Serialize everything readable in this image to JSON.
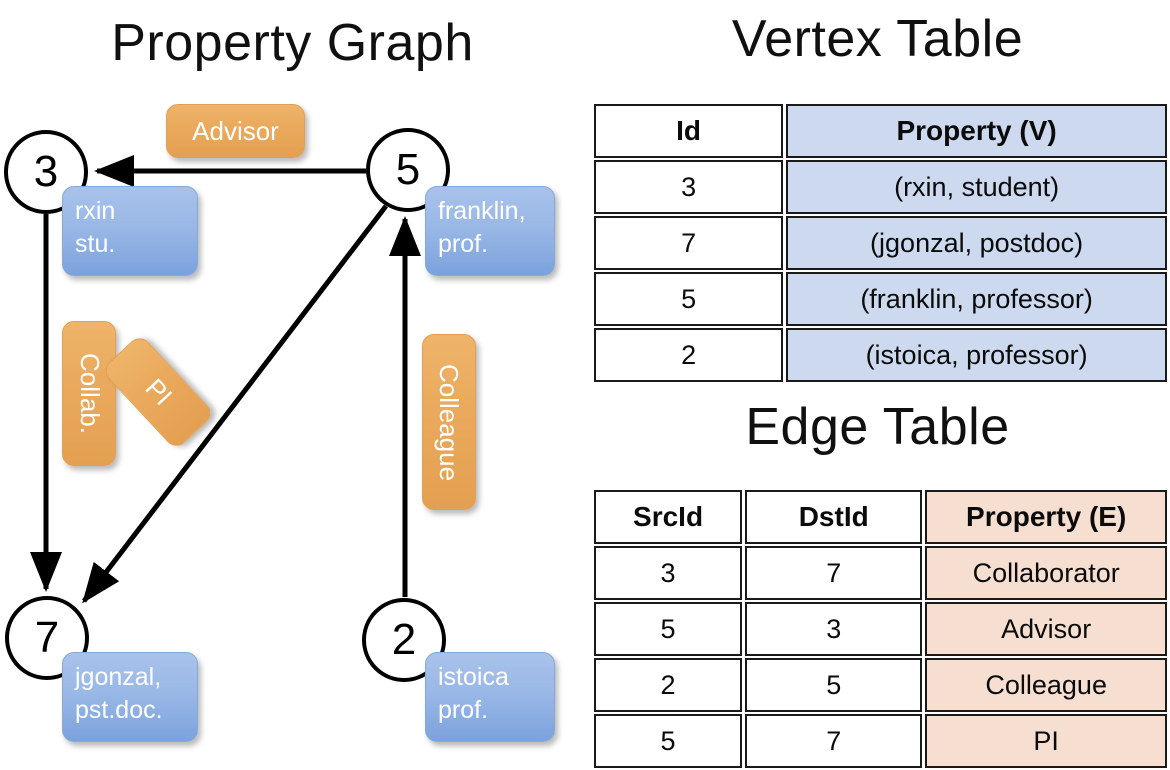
{
  "titles": {
    "property_graph": "Property Graph",
    "vertex_table": "Vertex Table",
    "edge_table": "Edge Table"
  },
  "graph": {
    "nodes": [
      {
        "id": "3",
        "name": "node-3",
        "property_lines": [
          "rxin",
          "stu."
        ]
      },
      {
        "id": "5",
        "name": "node-5",
        "property_lines": [
          "franklin,",
          "prof."
        ]
      },
      {
        "id": "7",
        "name": "node-7",
        "property_lines": [
          "jgonzal,",
          "pst.doc."
        ]
      },
      {
        "id": "2",
        "name": "node-2",
        "property_lines": [
          "istoica",
          "prof."
        ]
      }
    ],
    "node_labels": {
      "n3": "3",
      "n5": "5",
      "n7": "7",
      "n2": "2"
    },
    "vertex_props": {
      "rxin_l1": "rxin",
      "rxin_l2": "stu.",
      "franklin_l1": "franklin,",
      "franklin_l2": "prof.",
      "jgonzal_l1": "jgonzal,",
      "jgonzal_l2": "pst.doc.",
      "istoica_l1": "istoica",
      "istoica_l2": "prof."
    },
    "edge_labels": {
      "advisor": "Advisor",
      "collab": "Collab.",
      "pi": "PI",
      "colleague": "Colleague"
    },
    "edges": [
      {
        "from": "5",
        "to": "3",
        "label": "Advisor"
      },
      {
        "from": "3",
        "to": "7",
        "label": "Collab."
      },
      {
        "from": "5",
        "to": "7",
        "label": "PI"
      },
      {
        "from": "2",
        "to": "5",
        "label": "Colleague"
      }
    ]
  },
  "vertex_table": {
    "headers": {
      "id": "Id",
      "property": "Property (V)"
    },
    "rows": [
      {
        "id": "3",
        "property": "(rxin, student)"
      },
      {
        "id": "7",
        "property": "(jgonzal, postdoc)"
      },
      {
        "id": "5",
        "property": "(franklin, professor)"
      },
      {
        "id": "2",
        "property": "(istoica, professor)"
      }
    ]
  },
  "edge_table": {
    "headers": {
      "src": "SrcId",
      "dst": "DstId",
      "property": "Property (E)"
    },
    "rows": [
      {
        "src": "3",
        "dst": "7",
        "property": "Collaborator"
      },
      {
        "src": "5",
        "dst": "3",
        "property": "Advisor"
      },
      {
        "src": "2",
        "dst": "5",
        "property": "Colleague"
      },
      {
        "src": "5",
        "dst": "7",
        "property": "PI"
      }
    ]
  },
  "colors": {
    "vertex_box": "#9ab8e6",
    "edge_box": "#eaa95c",
    "vertex_cell": "#ccd9ef",
    "edge_cell": "#f6ded0",
    "stroke": "#000000"
  }
}
